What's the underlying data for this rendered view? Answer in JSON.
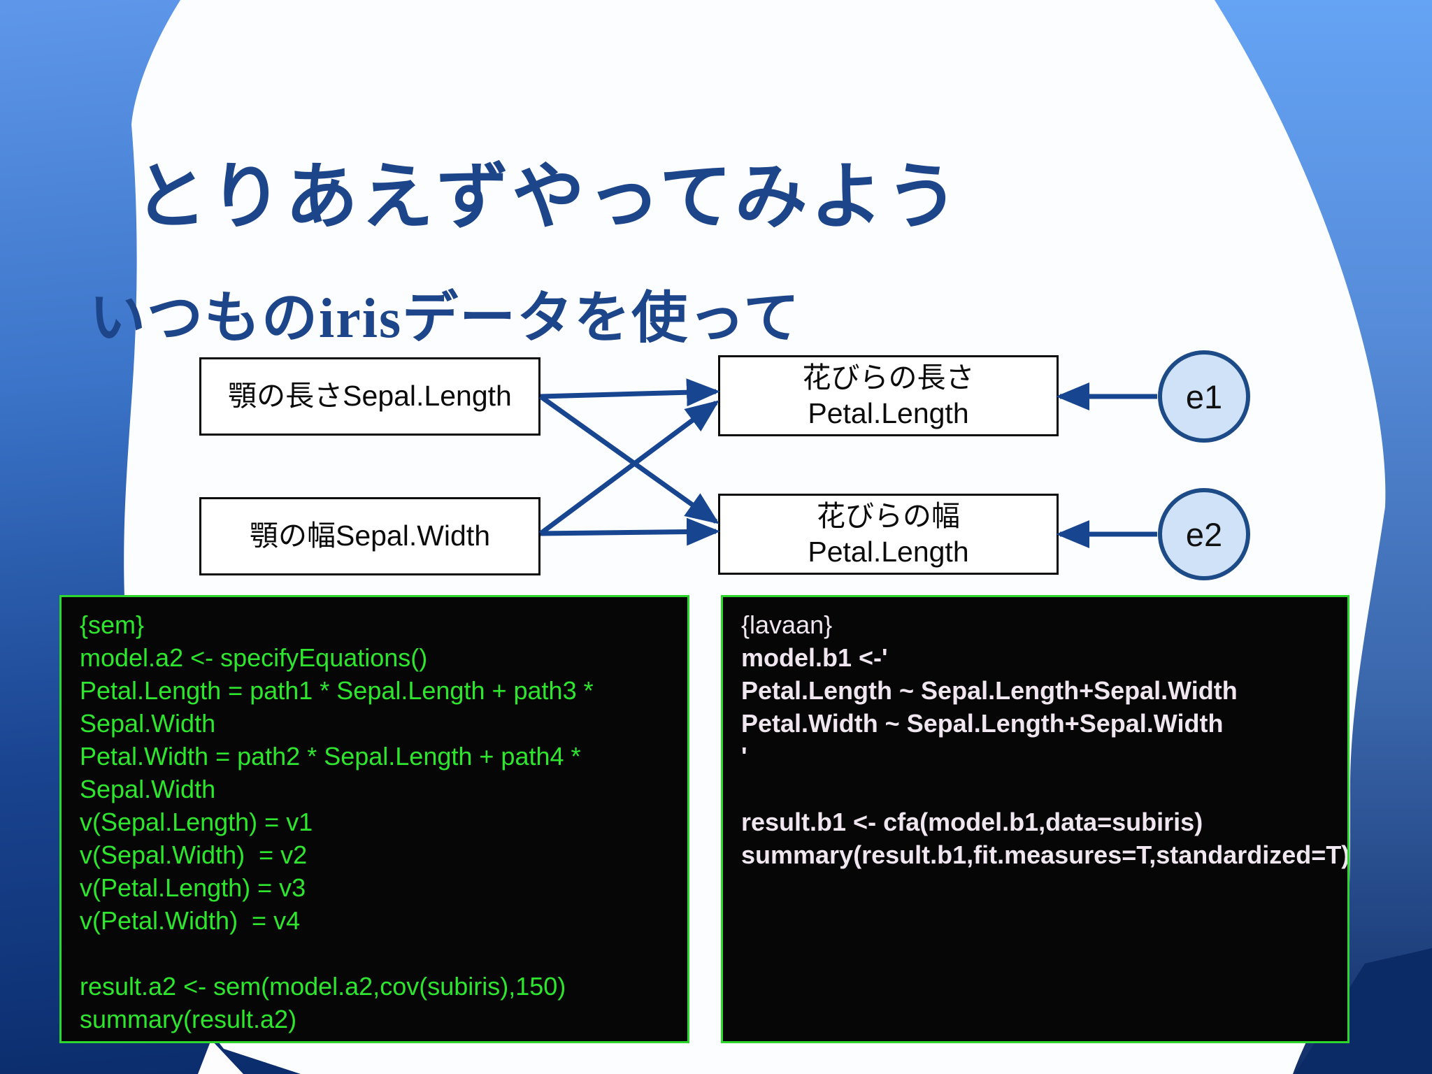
{
  "slide": {
    "title": "とりあえずやってみよう",
    "subtitle_pre": "いつもの",
    "subtitle_iris": "iris",
    "subtitle_post": "データを使って"
  },
  "diagram": {
    "boxes": [
      {
        "label": "顎の長さSepal.Length"
      },
      {
        "label": "顎の幅Sepal.Width"
      },
      {
        "label_ja": "花びらの長さ",
        "label_en": "Petal.Length"
      },
      {
        "label_ja": "花びらの幅",
        "label_en": "Petal.Length"
      }
    ],
    "error_nodes": [
      {
        "label": "e1"
      },
      {
        "label": "e2"
      }
    ]
  },
  "code_blocks": {
    "sem": {
      "lines": [
        "{sem}",
        "model.a2 <- specifyEquations()",
        "Petal.Length = path1 * Sepal.Length + path3 *",
        "Sepal.Width",
        "Petal.Width = path2 * Sepal.Length + path4 *",
        "Sepal.Width",
        "v(Sepal.Length) = v1",
        "v(Sepal.Width)  = v2",
        "v(Petal.Length) = v3",
        "v(Petal.Width)  = v4",
        "",
        "result.a2 <- sem(model.a2,cov(subiris),150)",
        "summary(result.a2)"
      ]
    },
    "lavaan": {
      "lines": [
        "{lavaan}",
        "model.b1 <-'",
        "Petal.Length ~ Sepal.Length+Sepal.Width",
        "Petal.Width ~ Sepal.Length+Sepal.Width",
        "'",
        "",
        "result.b1 <- cfa(model.b1,data=subiris)",
        "summary(result.b1,fit.measures=T,standardized=T)"
      ]
    }
  },
  "colors": {
    "title_blue": "#1d4589",
    "arrow_blue": "#17458f",
    "node_fill": "#cfe2f7",
    "node_border": "#1d4b87",
    "code_border_green": "#2dd62d",
    "sem_text_green": "#2ee62e",
    "lavaan_text": "#efe6ef",
    "bg_left_top": "#5e97e9",
    "bg_left_bottom": "#0b2d6d",
    "bg_right_top": "#65a3f4",
    "bg_right_bottom": "#122f68"
  }
}
